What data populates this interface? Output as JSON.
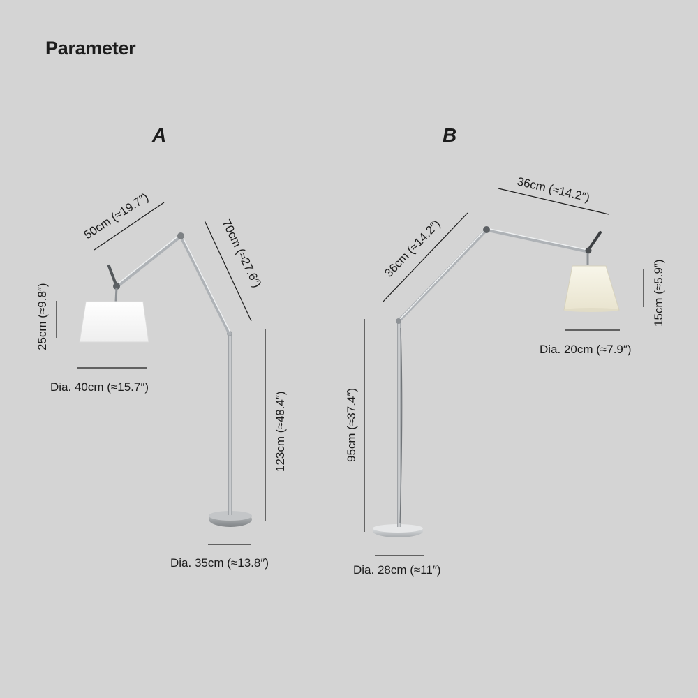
{
  "title": "Parameter",
  "variants": {
    "a": {
      "label": "A",
      "arm_upper": "50cm (≈19.7″)",
      "arm_lower": "70cm (≈27.6″)",
      "shade_height": "25cm (≈9.8″)",
      "shade_dia": "Dia. 40cm (≈15.7″)",
      "stand_height": "123cm (≈48.4″)",
      "base_dia": "Dia. 35cm (≈13.8″)"
    },
    "b": {
      "label": "B",
      "arm_upper": "36cm (≈14.2″)",
      "arm_lower": "36cm (≈14.2″)",
      "shade_height": "15cm (≈5.9″)",
      "shade_dia": "Dia. 20cm (≈7.9″)",
      "stand_height": "95cm (≈37.4″)",
      "base_dia": "Dia. 28cm (≈11″)"
    }
  },
  "colors": {
    "background": "#d4d4d4",
    "text": "#1c1c1c",
    "metal": "#b8bcc0",
    "shade_a": "#f7f7f7",
    "shade_b": "#f3f0e2"
  }
}
